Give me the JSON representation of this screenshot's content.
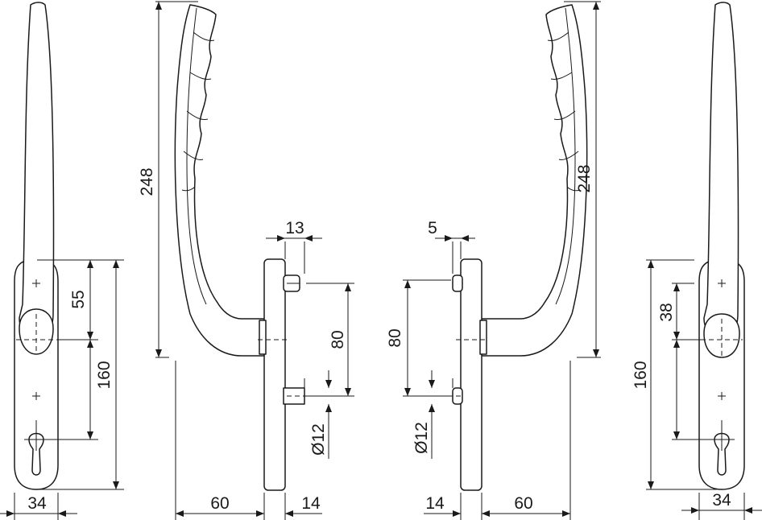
{
  "left_front_view": {
    "width_label": "34",
    "upper_spacing_label": "55",
    "total_spacing_label": "160"
  },
  "left_side_view": {
    "height_label": "248",
    "projection_label": "60",
    "plate_depth_label": "14",
    "spindle_offset_label": "13",
    "screw_spacing_label": "80",
    "screw_diameter_label": "Ø12"
  },
  "right_side_view": {
    "height_label": "248",
    "projection_label": "60",
    "plate_depth_label": "14",
    "spindle_offset_label": "5",
    "screw_spacing_label": "80",
    "screw_diameter_label": "Ø12"
  },
  "right_front_view": {
    "width_label": "34",
    "upper_spacing_label": "38",
    "total_spacing_label": "160"
  }
}
